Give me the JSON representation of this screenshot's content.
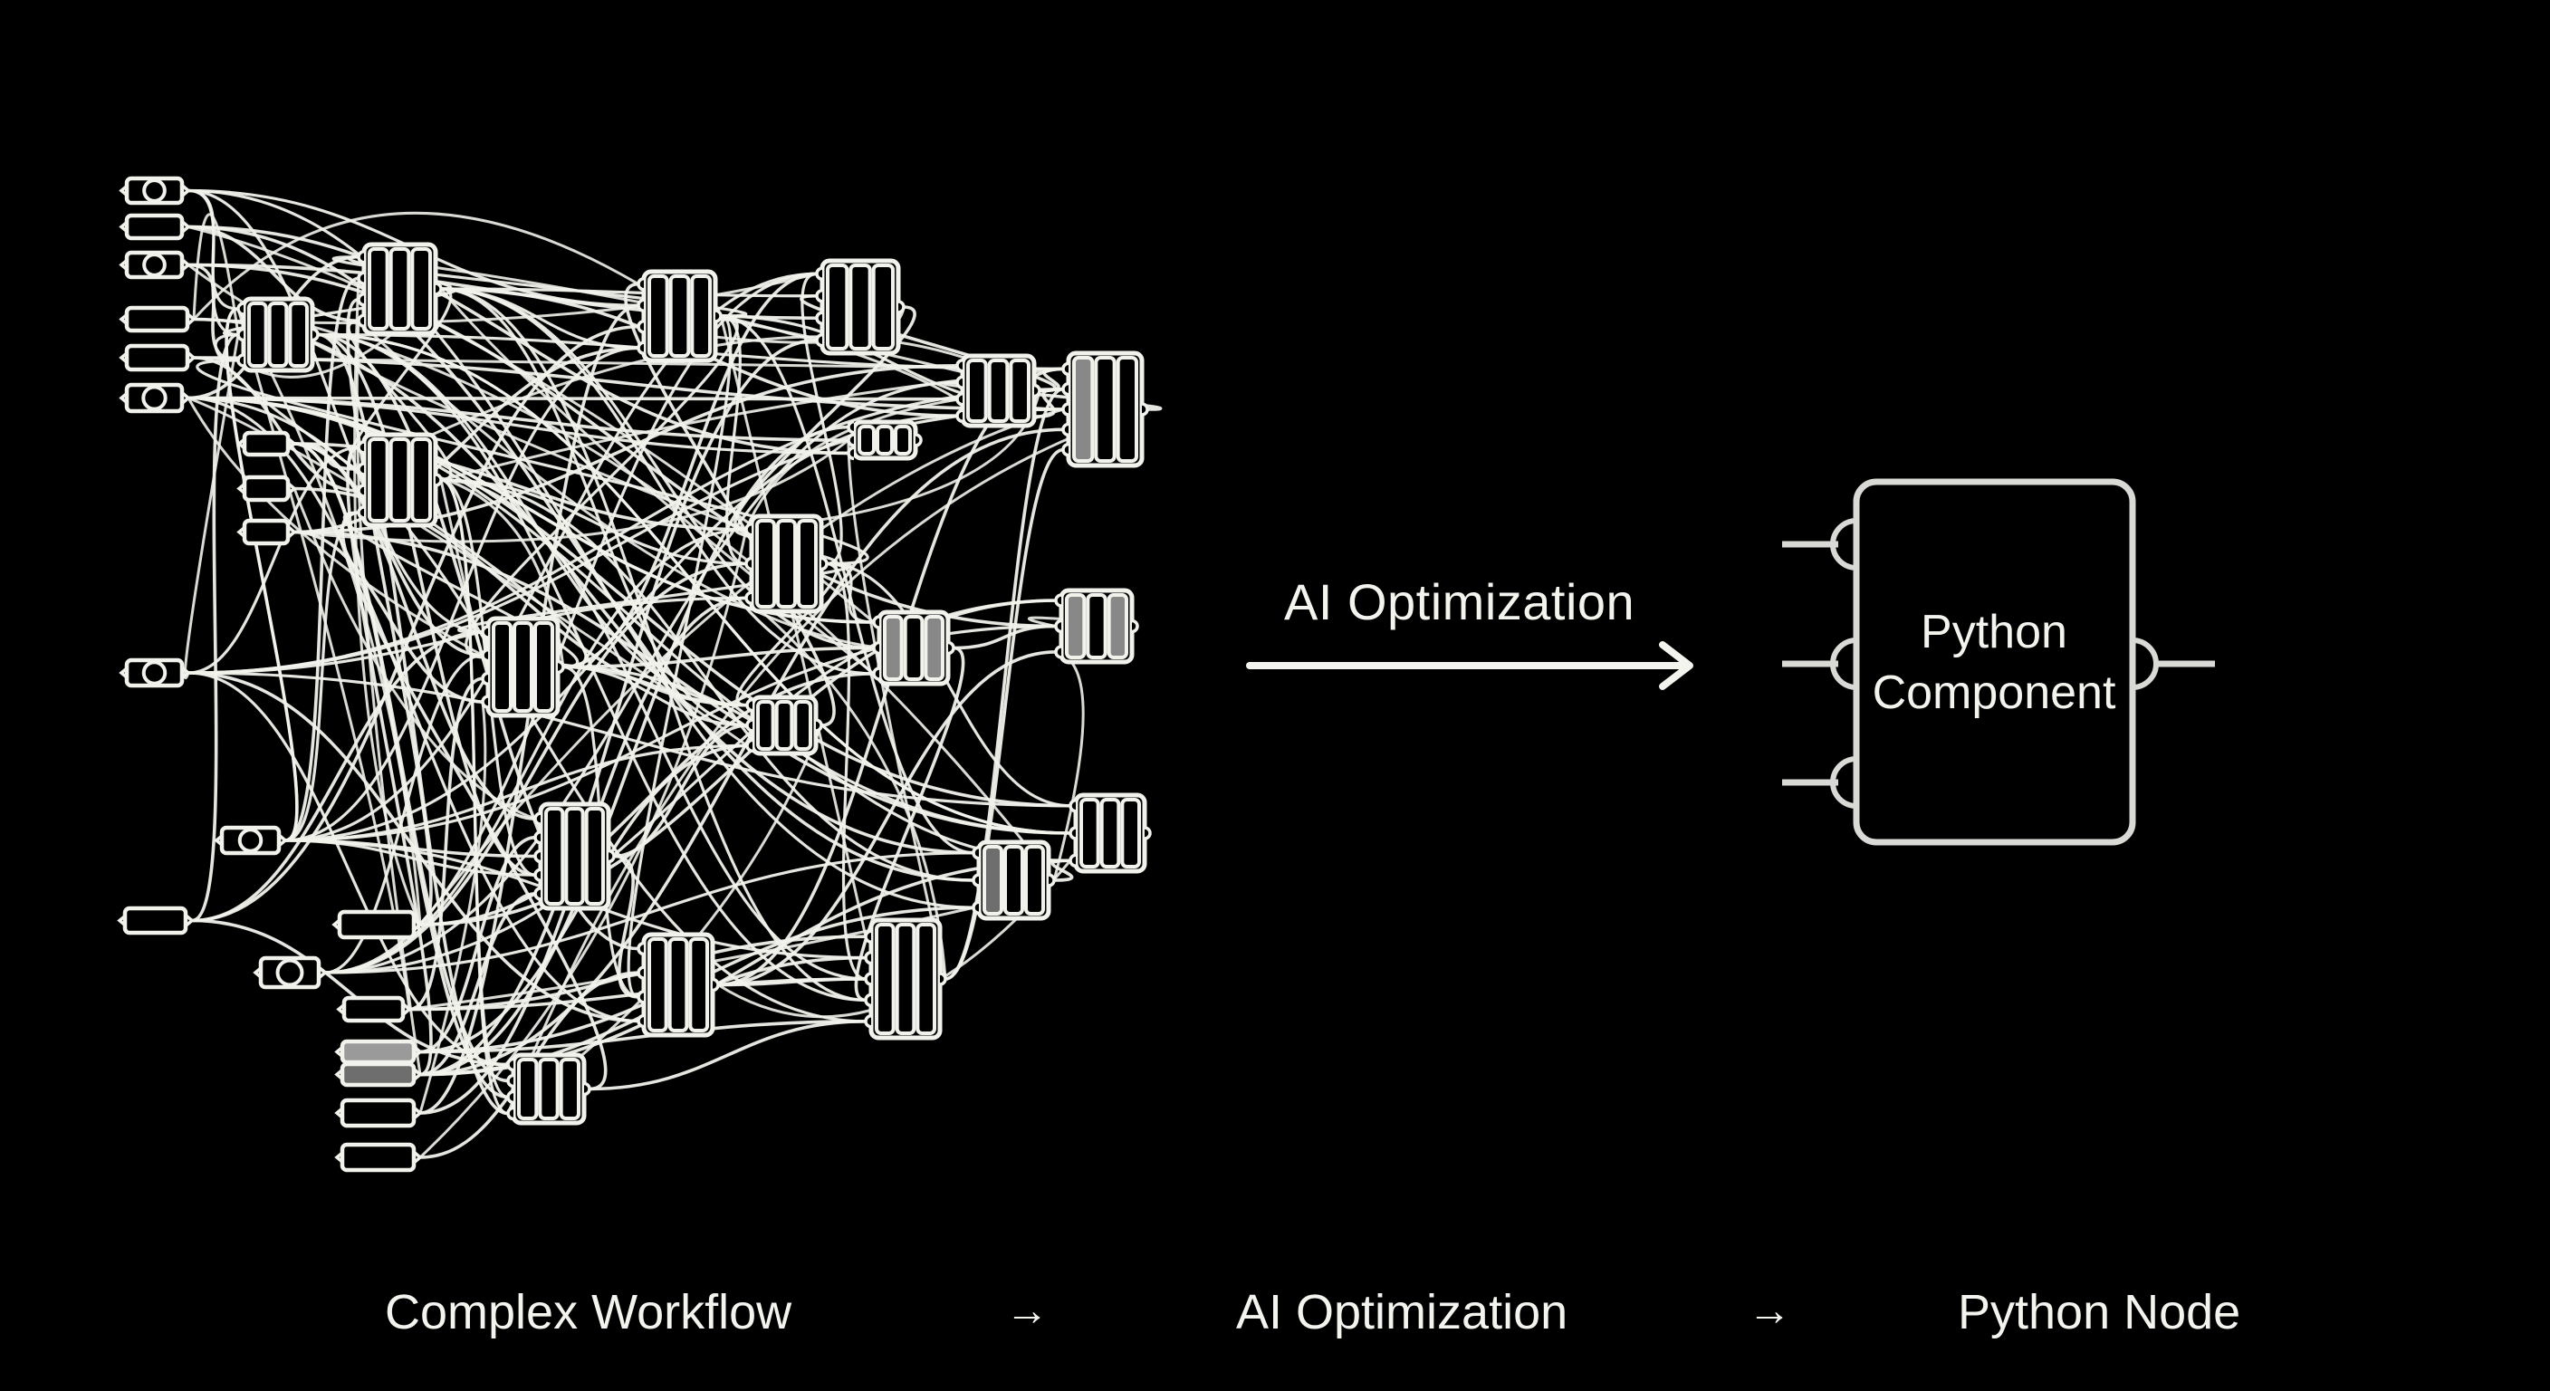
{
  "title_arrow_label": "AI Optimization",
  "component": {
    "line1": "Python",
    "line2": "Component",
    "inputs": 3,
    "outputs": 1
  },
  "footer": {
    "steps": [
      "Complex Workflow",
      "AI Optimization",
      "Python Node"
    ],
    "separator": "→"
  },
  "colors": {
    "background": "#000000",
    "stroke": "#f2f2ec",
    "component_stroke": "#d9d9d6",
    "grey_light": "#9a9a9a",
    "grey_mid": "#888888",
    "grey_dark": "#6e6e6e"
  },
  "workflow": {
    "input_nodes": [
      {
        "id": "in1",
        "type": "toggle"
      },
      {
        "id": "in2",
        "type": "slider"
      },
      {
        "id": "in3",
        "type": "toggle"
      },
      {
        "id": "in4",
        "type": "slider"
      },
      {
        "id": "in5",
        "type": "slider"
      },
      {
        "id": "in6",
        "type": "toggle"
      },
      {
        "id": "in7",
        "type": "slider"
      },
      {
        "id": "in8",
        "type": "slider"
      },
      {
        "id": "in9",
        "type": "slider"
      },
      {
        "id": "in10",
        "type": "toggle"
      },
      {
        "id": "in11",
        "type": "toggle"
      },
      {
        "id": "in12",
        "type": "slider"
      },
      {
        "id": "in13",
        "type": "slider"
      },
      {
        "id": "in14",
        "type": "toggle"
      },
      {
        "id": "in15",
        "type": "slider"
      },
      {
        "id": "in16",
        "type": "slider",
        "fill": "grey_light"
      },
      {
        "id": "in17",
        "type": "slider",
        "fill": "grey_dark"
      },
      {
        "id": "in18",
        "type": "slider"
      },
      {
        "id": "in19",
        "type": "slider"
      }
    ],
    "component_nodes": [
      {
        "id": "c1",
        "inputs": 3,
        "columns": [
          "",
          "",
          ""
        ]
      },
      {
        "id": "c2",
        "inputs": 4,
        "columns": [
          "",
          "",
          ""
        ]
      },
      {
        "id": "c3",
        "inputs": 4,
        "columns": [
          "",
          "",
          ""
        ]
      },
      {
        "id": "c4",
        "inputs": 4,
        "columns": [
          "",
          "",
          ""
        ]
      },
      {
        "id": "c5",
        "inputs": 4,
        "columns": [
          "",
          "",
          ""
        ]
      },
      {
        "id": "c6",
        "inputs": 3,
        "columns": [
          "",
          "",
          ""
        ]
      },
      {
        "id": "c7",
        "inputs": 5,
        "columns": [
          "grey_mid",
          "",
          ""
        ]
      },
      {
        "id": "c8",
        "inputs": 3,
        "columns": [
          "",
          "",
          ""
        ]
      },
      {
        "id": "c9",
        "inputs": 4,
        "columns": [
          "",
          "",
          ""
        ]
      },
      {
        "id": "c10",
        "inputs": 4,
        "columns": [
          "",
          "",
          ""
        ]
      },
      {
        "id": "c11",
        "inputs": 3,
        "columns": [
          "grey_mid",
          "",
          "grey_mid"
        ]
      },
      {
        "id": "c12",
        "inputs": 3,
        "columns": [
          "grey_mid",
          "",
          "grey_mid"
        ]
      },
      {
        "id": "c13",
        "inputs": 3,
        "columns": [
          "",
          "",
          ""
        ]
      },
      {
        "id": "c14",
        "inputs": 5,
        "columns": [
          "",
          "",
          ""
        ]
      },
      {
        "id": "c15",
        "inputs": 3,
        "columns": [
          "",
          "",
          ""
        ]
      },
      {
        "id": "c16",
        "inputs": 3,
        "columns": [
          "grey_dark",
          "",
          ""
        ]
      },
      {
        "id": "c17",
        "inputs": 4,
        "columns": [
          "",
          "",
          ""
        ]
      },
      {
        "id": "c18",
        "inputs": 5,
        "columns": [
          "",
          "",
          ""
        ]
      },
      {
        "id": "c19",
        "inputs": 4,
        "columns": [
          "",
          "",
          ""
        ]
      }
    ]
  }
}
